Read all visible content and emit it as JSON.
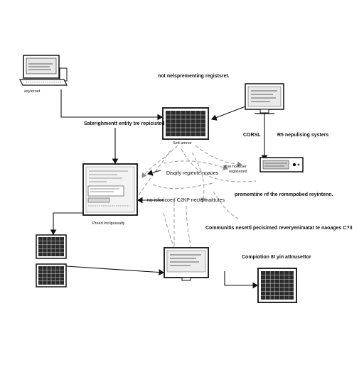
{
  "labels": {
    "top_caption": "not nelsprementing registsret.",
    "computer_caption": "asyloroet",
    "registry_caption": "Saterighmentt entity tre repicisted",
    "set_answer": "Sett amnor",
    "corsl": "CORSL",
    "repursing": "R5 nepulising systers",
    "dispify": "Disqify regiente nnaoes",
    "stive_line1": "stive horloser",
    "stive_line2": "registened",
    "premenine": "prememtine nf the rommpobed reyintenn.",
    "no_isforiced": "no isforicoed C2KP necte inaittutes",
    "freed": "Preed inclipsssatly",
    "communitis": "Communitis nesettl pecisimed reveryenimatat te naoages C?3",
    "compiotion": "Compiotion 8t yin attnusettor"
  },
  "colors": {
    "line": "#111111",
    "dashed": "#9a9a9a",
    "screen_dark": "#2b2b2b",
    "panel_light": "#f3f3f3"
  }
}
